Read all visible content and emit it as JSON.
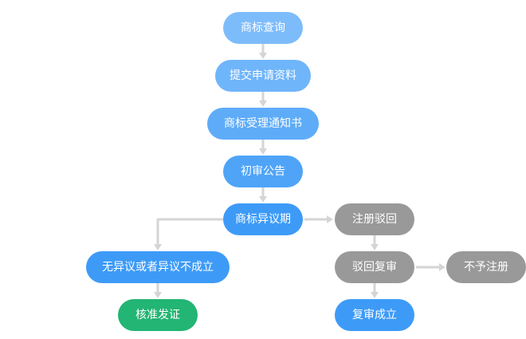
{
  "colors": {
    "light_blue": "#7dbcfb",
    "blue_mid": "#5eacf8",
    "blue": "#3d9bf7",
    "gray": "#999999",
    "green": "#22b573",
    "connector": "#d5d5d5"
  },
  "steps": {
    "query": "商标查询",
    "submit": "提交申请资料",
    "notice": "商标受理通知书",
    "announce": "初审公告",
    "objection": "商标异议期",
    "no_objection": "无异议或者异议不成立",
    "approve": "核准发证",
    "reject": "注册驳回",
    "review": "驳回复审",
    "refuse": "不予注册",
    "review_ok": "复审成立"
  }
}
